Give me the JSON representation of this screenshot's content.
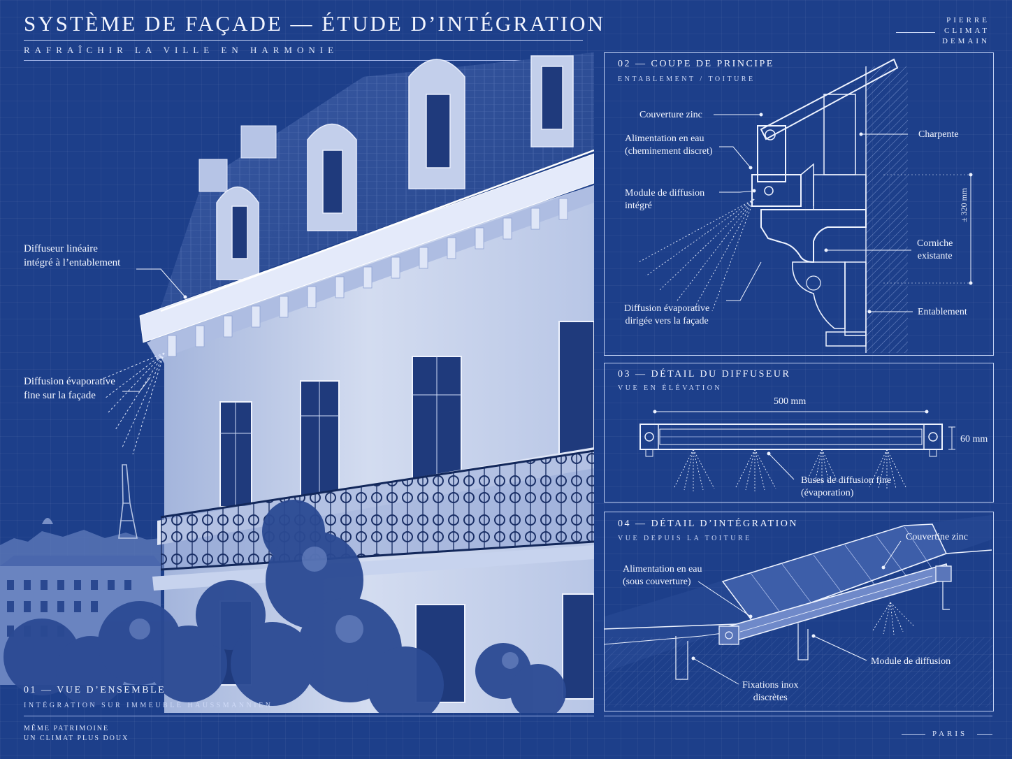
{
  "header": {
    "title": "SYSTÈME DE FAÇADE — ÉTUDE D’INTÉGRATION",
    "subtitle": "RAFRAÎCHIR LA VILLE EN HARMONIE",
    "brand": [
      "PIERRE",
      "CLIMAT",
      "DEMAIN"
    ]
  },
  "overview": {
    "title": "01 — VUE D’ENSEMBLE",
    "subtitle": "INTÉGRATION SUR IMMEUBLE HAUSSMANNIEN",
    "labels": {
      "diffuser": [
        "Diffuseur linéaire",
        "intégré à l’entablement"
      ],
      "diffusion": [
        "Diffusion évaporative",
        "fine sur la façade"
      ]
    }
  },
  "panel2": {
    "title": "02 — COUPE DE PRINCIPE",
    "subtitle": "ENTABLEMENT / TOITURE",
    "labels": {
      "zinc": "Couverture zinc",
      "water": [
        "Alimentation en eau",
        "(cheminement discret)"
      ],
      "module": [
        "Module de diffusion",
        "intégré"
      ],
      "diffusion": [
        "Diffusion évaporative",
        "dirigée vers la façade"
      ],
      "frame": "Charpente",
      "cornice": [
        "Corniche",
        "existante"
      ],
      "entablature": "Entablement",
      "dimension": "± 320 mm"
    }
  },
  "panel3": {
    "title": "03 — DÉTAIL DU DIFFUSEUR",
    "subtitle": "VUE EN ÉLÉVATION",
    "labels": {
      "length": "500 mm",
      "height": "60 mm",
      "nozzles": [
        "Buses de diffusion fine",
        "(évaporation)"
      ]
    }
  },
  "panel4": {
    "title": "04 — DÉTAIL D’INTÉGRATION",
    "subtitle": "VUE DEPUIS LA TOITURE",
    "labels": {
      "coping": "Couvertine zinc",
      "water": [
        "Alimentation en eau",
        "(sous couverture)"
      ],
      "module": "Module de diffusion",
      "fixings": [
        "Fixations inox",
        "discrètes"
      ]
    }
  },
  "footer": {
    "tagline": [
      "MÊME PATRIMOINE",
      "UN CLIMAT PLUS DOUX"
    ],
    "city": "PARIS"
  },
  "colors": {
    "background": "#1d3f8a",
    "ink": "#eef3ff",
    "stone": "#c9d4ec",
    "roof": "#2f4f95"
  }
}
